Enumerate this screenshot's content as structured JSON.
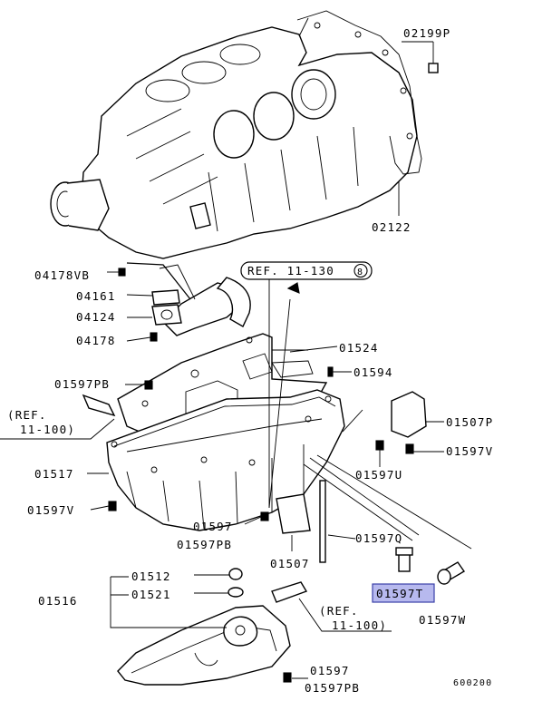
{
  "diagram_id": "600200",
  "reference_tags": {
    "ref_11_130": {
      "text": "REF. 11-130",
      "circle": "8"
    },
    "ref_11_100_left": {
      "line1": "(REF.",
      "line2": "11-100)"
    },
    "ref_11_100_bottom": {
      "line1": "(REF.",
      "line2": "11-100)"
    }
  },
  "labels": {
    "p02199P": "02199P",
    "p02122": "02122",
    "p04178VB": "04178VB",
    "p04161": "04161",
    "p04124": "04124",
    "p04178": "04178",
    "p01524": "01524",
    "p01594": "01594",
    "p01597PB_top": "01597PB",
    "p01507P": "01507P",
    "p01597V_right": "01597V",
    "p01597U": "01597U",
    "p01517": "01517",
    "p01597V_left": "01597V",
    "p01597_mid": "01597",
    "p01597PB_mid": "01597PB",
    "p01507": "01507",
    "p01597Q": "01597Q",
    "p01597T": "01597T",
    "p01597W": "01597W",
    "p01512": "01512",
    "p01521": "01521",
    "p01516": "01516",
    "p01597_bottom": "01597",
    "p01597PB_bottom": "01597PB"
  },
  "highlight": {
    "part": "01597T",
    "color": "#b7b9ee"
  }
}
